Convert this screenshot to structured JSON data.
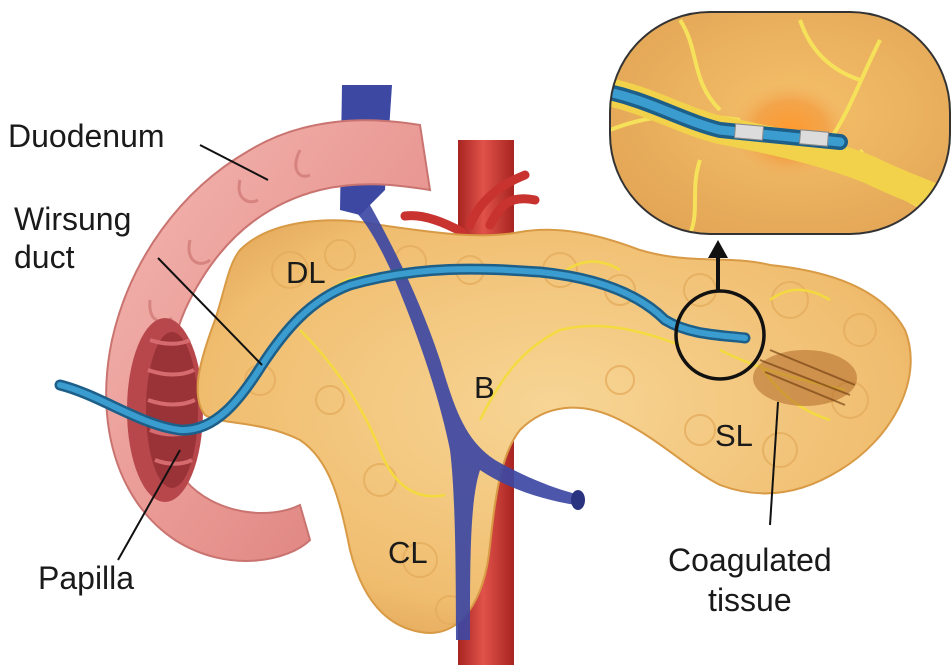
{
  "labels": {
    "duodenum": "Duodenum",
    "wirsung_line1": "Wirsung",
    "wirsung_line2": "duct",
    "papilla": "Papilla",
    "dl": "DL",
    "b": "B",
    "cl": "CL",
    "sl": "SL",
    "coagulated_line1": "Coagulated",
    "coagulated_line2": "tissue"
  },
  "colors": {
    "pancreas": "#f2c57a",
    "pancreas_edge": "#d89a45",
    "duodenum": "#eda3a0",
    "duodenum_inner": "#b8474c",
    "artery": "#c8322f",
    "vein": "#3d48a3",
    "duct": "#2e86b5",
    "nerve_yellow": "#f4dc3c",
    "leader": "#111111"
  }
}
